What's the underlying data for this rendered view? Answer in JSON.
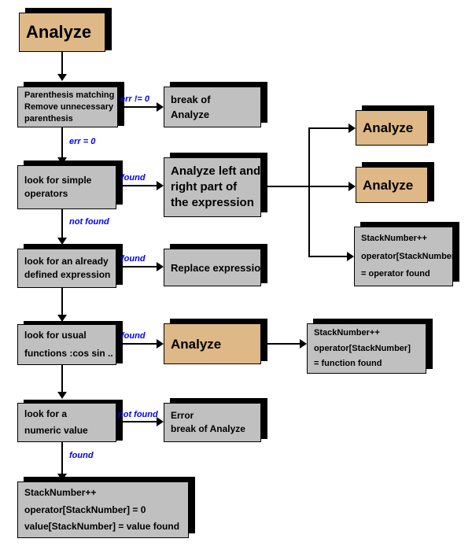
{
  "diagram": {
    "title": "Analyze",
    "colors": {
      "accent_box": "#deb887",
      "process_box": "#c0c0c0",
      "edge_label": "#0000ff",
      "outline": "#000000",
      "background": "#ffffff"
    },
    "nodes": {
      "start_analyze": {
        "label": "Analyze"
      },
      "parenthesis": {
        "line1": "Parenthesis matching",
        "line2": "Remove unnecessary",
        "line3": "parenthesis"
      },
      "break_analyze": {
        "line1": "break of",
        "line2": "Analyze"
      },
      "simple_operators": {
        "line1": "look for simple",
        "line2": "operators"
      },
      "analyze_left_right": {
        "line1": "Analyze left and",
        "line2": "right part of",
        "line3": "the expression"
      },
      "analyze_right_top": {
        "label": "Analyze"
      },
      "analyze_right_mid": {
        "label": "Analyze"
      },
      "stack_operator": {
        "line1": "StackNumber++",
        "line2": "operator[StackNumber]",
        "line3": "= operator found"
      },
      "already_defined": {
        "line1": "look for an already",
        "line2": "defined expression"
      },
      "replace_expression": {
        "label": "Replace expression"
      },
      "usual_functions": {
        "line1": "look for usual",
        "line2": "functions :cos sin .."
      },
      "analyze_function": {
        "label": "Analyze"
      },
      "stack_function": {
        "line1": "StackNumber++",
        "line2": "operator[StackNumber]",
        "line3": "= function found"
      },
      "numeric_value": {
        "line1": "look for a",
        "line2": "numeric value"
      },
      "error_break": {
        "line1": "Error",
        "line2": "break of Analyze"
      },
      "stack_value": {
        "line1": "StackNumber++",
        "line2": "operator[StackNumber] = 0",
        "line3": "value[StackNumber] = value found"
      }
    },
    "edge_labels": {
      "err_ne_0": "err != 0",
      "err_eq_0": "err = 0",
      "found_operators": "found",
      "not_found_operators": "not found",
      "found_defined": "found",
      "found_functions": "found",
      "not_found_numeric": "not found",
      "found_numeric": "found"
    }
  }
}
